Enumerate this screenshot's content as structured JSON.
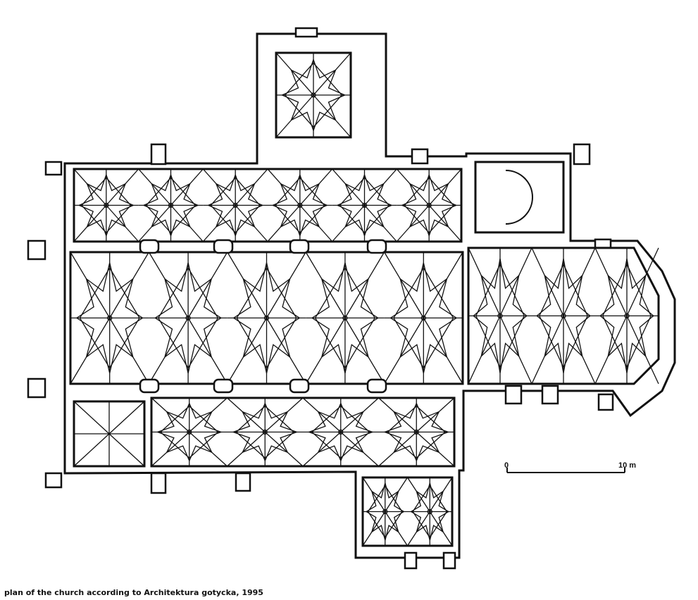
{
  "caption": "plan of the church according to Architektura gotycka, 1995",
  "scale_bar": {
    "start_label": "0",
    "end_label": "10 m",
    "length_m": 10
  },
  "colors": {
    "line": "#111111",
    "paper": "#ffffff"
  },
  "vaults": [
    {
      "name": "north-aisle-vault",
      "bays": 6,
      "style": "star"
    },
    {
      "name": "nave-vault",
      "bays": 5,
      "style": "net-star"
    },
    {
      "name": "south-aisle-vault",
      "bays": 4,
      "style": "star"
    },
    {
      "name": "southwest-chapel-vault",
      "bays": 1,
      "style": "cross"
    },
    {
      "name": "chancel-vault",
      "bays": 3,
      "style": "star"
    },
    {
      "name": "north-tower-vault",
      "bays": 1,
      "style": "star"
    },
    {
      "name": "south-porch-vault",
      "bays": 2,
      "style": "star"
    }
  ]
}
